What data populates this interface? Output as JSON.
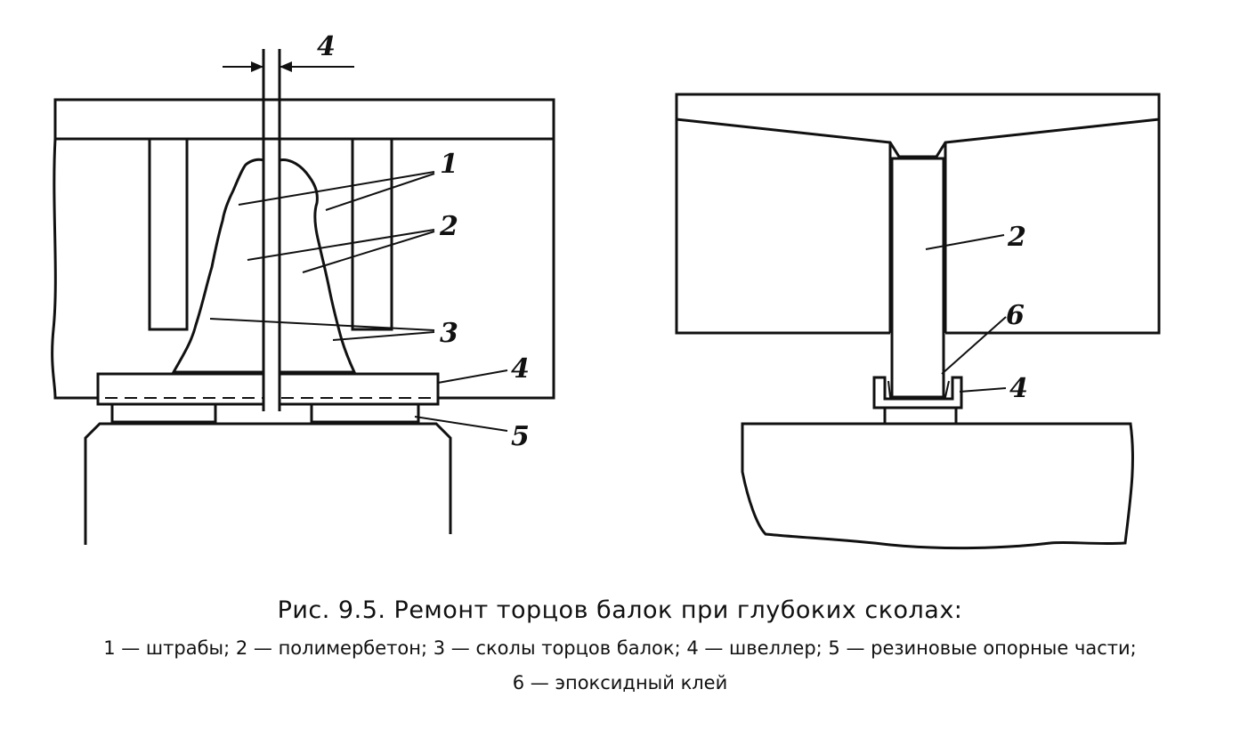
{
  "caption": {
    "title": "Рис. 9.5. Ремонт торцов балок при глубоких сколах:",
    "legend_line1": "1 — штрабы; 2 — полимербетон; 3 — сколы торцов балок; 4 — швеллер; 5 — резиновые опорные части;",
    "legend_line2": "6 — эпоксидный клей"
  },
  "labels": {
    "left": {
      "top4": "4",
      "l1": "1",
      "l2": "2",
      "l3": "3",
      "l4": "4",
      "l5": "5"
    },
    "right": {
      "r2": "2",
      "r6": "6",
      "r4": "4"
    }
  }
}
